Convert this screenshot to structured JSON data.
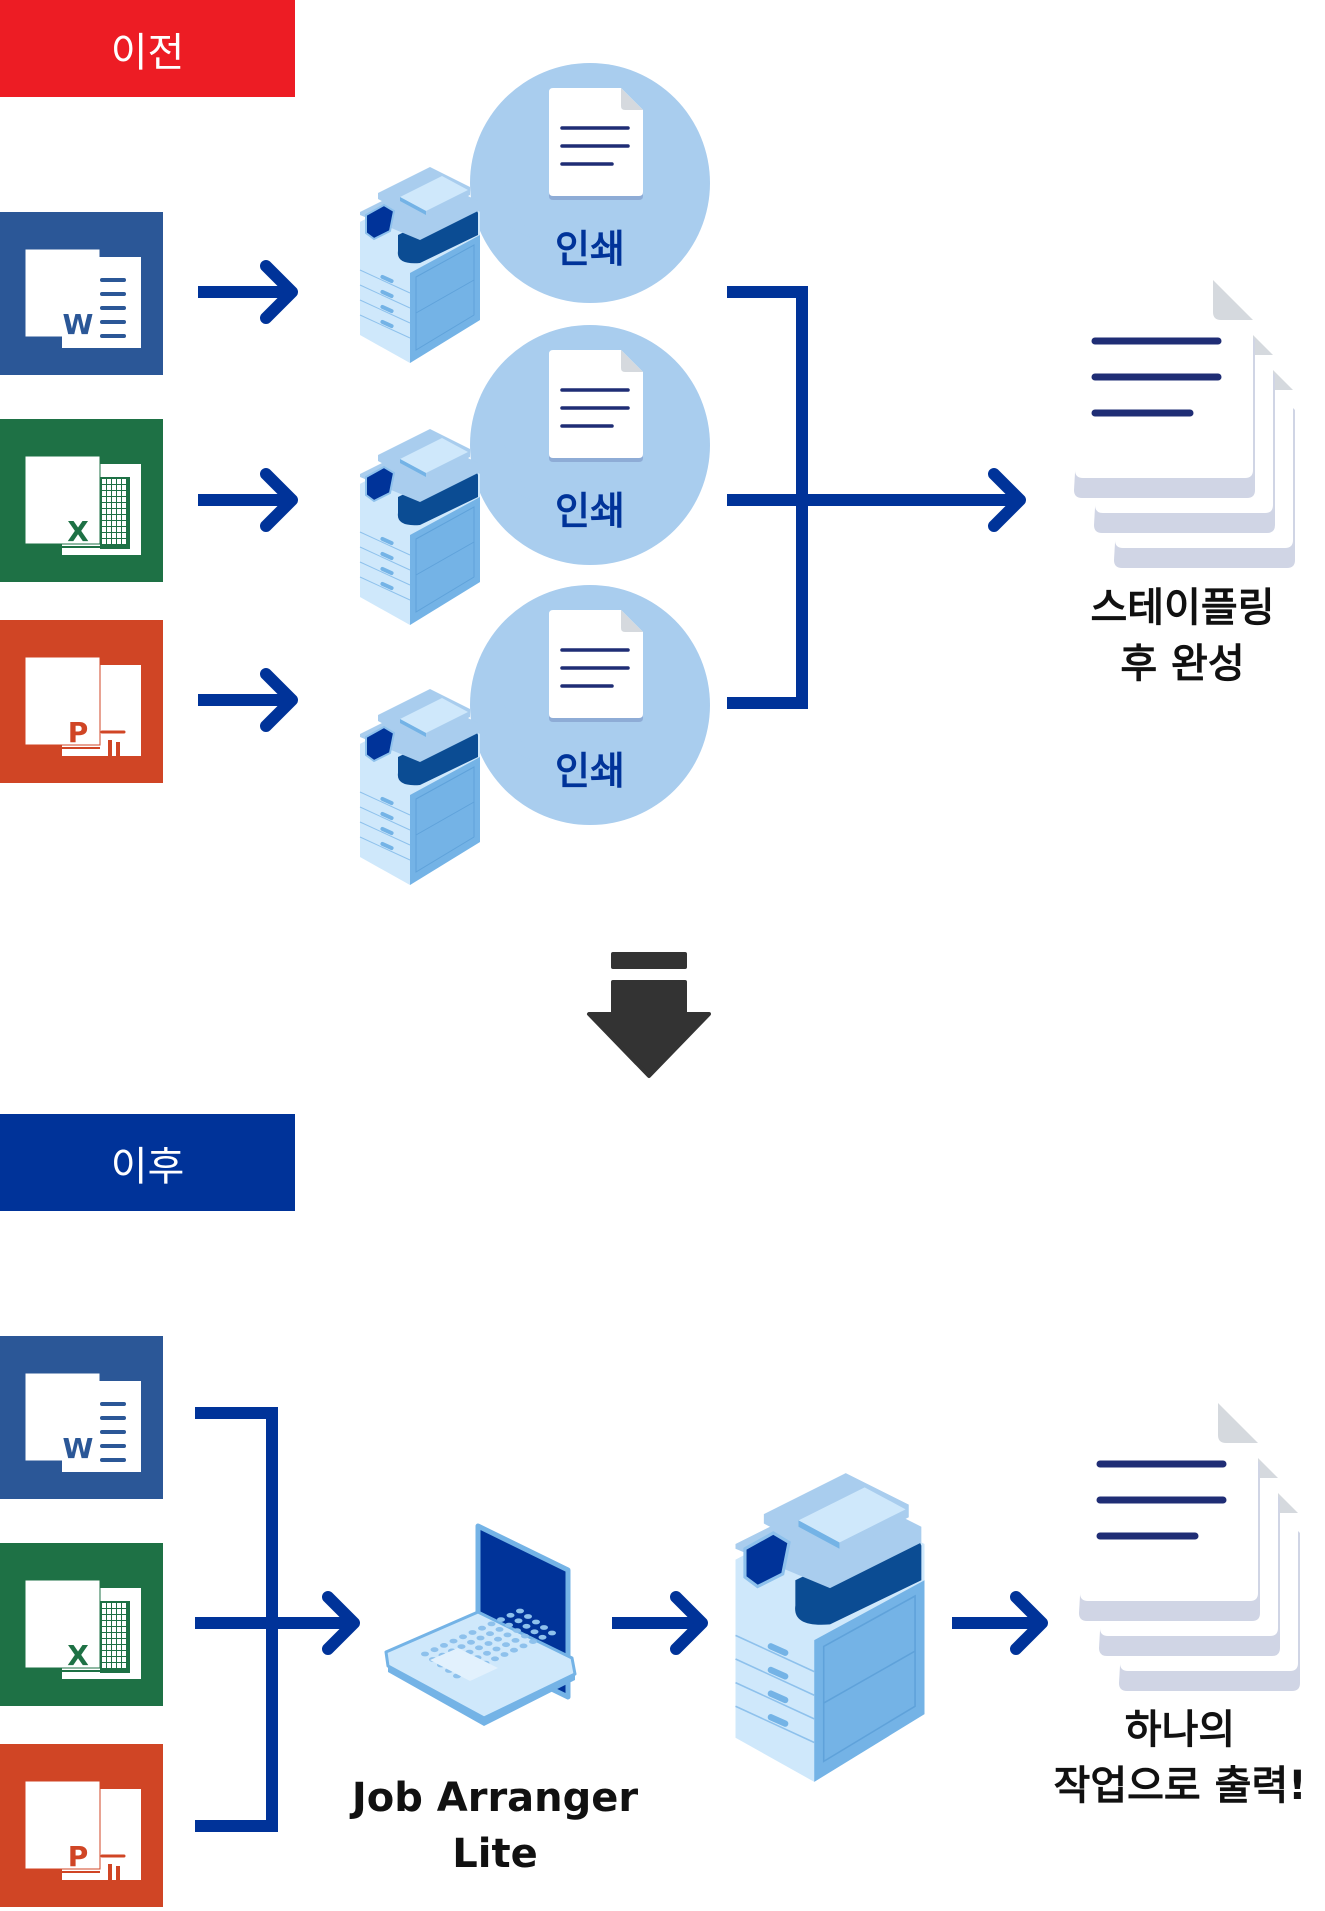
{
  "before": {
    "banner_label": "이전",
    "banner_color": "#ED1C24",
    "sources": [
      {
        "app": "Word",
        "letter": "W",
        "color": "#2B5797"
      },
      {
        "app": "Excel",
        "letter": "X",
        "color": "#1E7145"
      },
      {
        "app": "PowerPoint",
        "letter": "P",
        "color": "#D04525"
      }
    ],
    "print_bubbles": [
      {
        "label": "인쇄"
      },
      {
        "label": "인쇄"
      },
      {
        "label": "인쇄"
      }
    ],
    "result_caption_line1": "스테이플링",
    "result_caption_line2": "후 완성"
  },
  "transition_icon": "down-arrow-icon",
  "after": {
    "banner_label": "이후",
    "banner_color": "#003399",
    "sources": [
      {
        "app": "Word",
        "letter": "W",
        "color": "#2B5797"
      },
      {
        "app": "Excel",
        "letter": "X",
        "color": "#1E7145"
      },
      {
        "app": "PowerPoint",
        "letter": "P",
        "color": "#D04525"
      }
    ],
    "software_caption_line1": "Job Arranger",
    "software_caption_line2": "Lite",
    "result_caption_line1": "하나의",
    "result_caption_line2": "작업으로 출력!"
  },
  "colors": {
    "arrow": "#003399",
    "bubble": "#A9CDEE",
    "doc_lines": "#1F2D75",
    "printer_light": "#CFE8FB",
    "printer_mid": "#74B3E6",
    "printer_dark": "#0B4C93"
  }
}
